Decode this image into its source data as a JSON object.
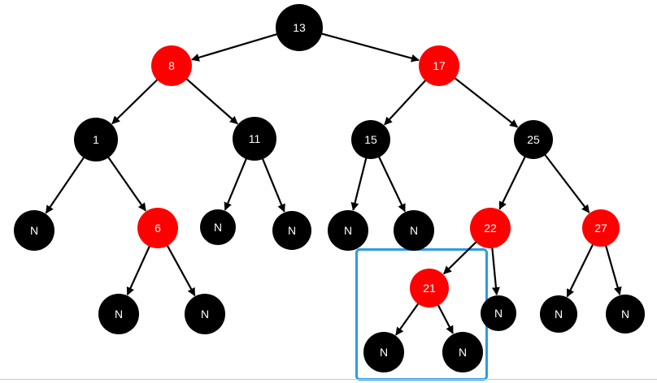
{
  "colors": {
    "red": "#ff0000",
    "black": "#000000",
    "node_text": "#ffffff",
    "edge": "#000000",
    "highlight": "#2e9ae6"
  },
  "tree": {
    "nodes": [
      {
        "id": "n13",
        "label": "13",
        "color": "black"
      },
      {
        "id": "n8",
        "label": "8",
        "color": "red"
      },
      {
        "id": "n17",
        "label": "17",
        "color": "red"
      },
      {
        "id": "n1",
        "label": "1",
        "color": "black"
      },
      {
        "id": "n11",
        "label": "11",
        "color": "black"
      },
      {
        "id": "n15",
        "label": "15",
        "color": "black"
      },
      {
        "id": "n25",
        "label": "25",
        "color": "black"
      },
      {
        "id": "n1L",
        "label": "N",
        "color": "black"
      },
      {
        "id": "n6",
        "label": "6",
        "color": "red"
      },
      {
        "id": "n11L",
        "label": "N",
        "color": "black"
      },
      {
        "id": "n11R",
        "label": "N",
        "color": "black"
      },
      {
        "id": "n15L",
        "label": "N",
        "color": "black"
      },
      {
        "id": "n15R",
        "label": "N",
        "color": "black"
      },
      {
        "id": "n22",
        "label": "22",
        "color": "red"
      },
      {
        "id": "n27",
        "label": "27",
        "color": "red"
      },
      {
        "id": "n6L",
        "label": "N",
        "color": "black"
      },
      {
        "id": "n6R",
        "label": "N",
        "color": "black"
      },
      {
        "id": "n21",
        "label": "21",
        "color": "red"
      },
      {
        "id": "n22R",
        "label": "N",
        "color": "black"
      },
      {
        "id": "n27L",
        "label": "N",
        "color": "black"
      },
      {
        "id": "n27R",
        "label": "N",
        "color": "black"
      },
      {
        "id": "n21L",
        "label": "N",
        "color": "black"
      },
      {
        "id": "n21R",
        "label": "N",
        "color": "black"
      }
    ],
    "edges": [
      [
        "n13",
        "n8"
      ],
      [
        "n13",
        "n17"
      ],
      [
        "n8",
        "n1"
      ],
      [
        "n8",
        "n11"
      ],
      [
        "n17",
        "n15"
      ],
      [
        "n17",
        "n25"
      ],
      [
        "n1",
        "n1L"
      ],
      [
        "n1",
        "n6"
      ],
      [
        "n11",
        "n11L"
      ],
      [
        "n11",
        "n11R"
      ],
      [
        "n15",
        "n15L"
      ],
      [
        "n15",
        "n15R"
      ],
      [
        "n25",
        "n22"
      ],
      [
        "n25",
        "n27"
      ],
      [
        "n6",
        "n6L"
      ],
      [
        "n6",
        "n6R"
      ],
      [
        "n22",
        "n21"
      ],
      [
        "n22",
        "n22R"
      ],
      [
        "n27",
        "n27L"
      ],
      [
        "n27",
        "n27R"
      ],
      [
        "n21",
        "n21L"
      ],
      [
        "n21",
        "n21R"
      ]
    ],
    "highlighted_subtree_root": "n21"
  }
}
